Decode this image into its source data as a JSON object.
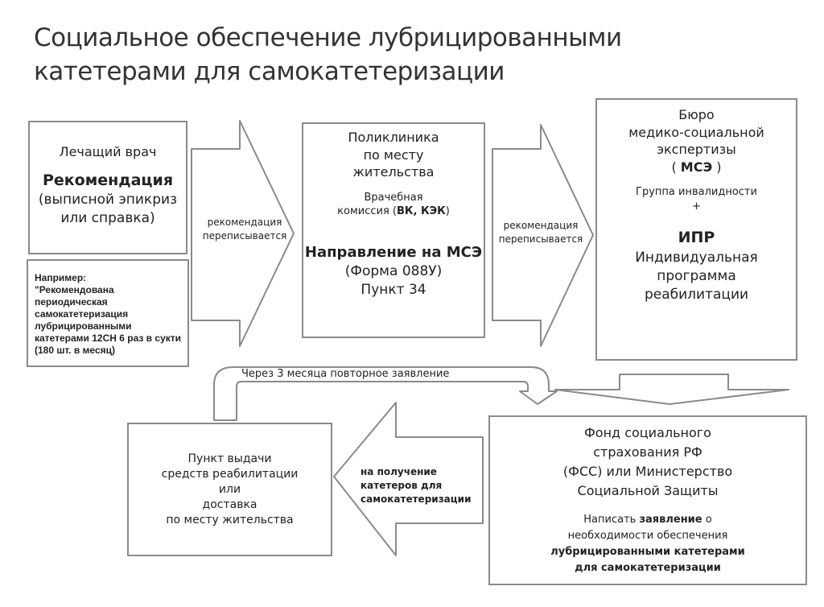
{
  "title": {
    "line1": "Социальное обеспечение лубрицированными",
    "line2": "катетерами для самокатетеризации"
  },
  "doctor_box": {
    "heading": "Лечащий врач",
    "main": "Рекомендация",
    "sub1": "(выписной эпикриз",
    "sub2": "или справка)"
  },
  "example_box": {
    "lines": [
      "Например:",
      "\"Рекомендована",
      "периодическая",
      "самокатетеризация",
      "лубрицированными",
      "катетерами 12СН 6 раз в сукти",
      "(180 шт. в месяц)"
    ]
  },
  "arrow1": {
    "line1": "рекомендация",
    "line2": "переписывается"
  },
  "clinic_box": {
    "line1": "Поликлиника",
    "line2": "по месту",
    "line3": "жительства",
    "vk1": "Врачебная",
    "vk2_pre": "комиссия (",
    "vk2_bold": "ВК, КЭК",
    "vk2_post": ")",
    "main": "Направление на МСЭ",
    "form": "(Форма 088У)",
    "item": "Пункт 34"
  },
  "arrow2": {
    "line1": "рекомендация",
    "line2": "переписывается"
  },
  "mse_box": {
    "line1": "Бюро",
    "line2": "медико-социальной",
    "line3": "экспертизы",
    "abbr_pre": "( ",
    "abbr": "МСЭ",
    "abbr_post": " )",
    "group": "Группа инвалидности",
    "plus": "+",
    "ipr": "ИПР",
    "ipr1": "Индивидуальная",
    "ipr2": "программа",
    "ipr3": "реабилитации"
  },
  "loop_arrow": {
    "label": "Через 3 месяца повторное заявление"
  },
  "fss_box": {
    "line1": "Фонд социального",
    "line2": "страхования РФ",
    "line3": "(ФСС) или Министерство",
    "line4": "Социальной Защиты",
    "s1_pre": "Написать ",
    "s1_bold": "заявление",
    "s1_post": " о",
    "s2": "необходимости обеспечения",
    "s3": "лубрицированными катетерами",
    "s4": "для самокатетеризации"
  },
  "left_arrow": {
    "line1": "на получение",
    "line2": "катетеров для",
    "line3": "самокатетеризации"
  },
  "pickup_box": {
    "line1": "Пункт выдачи",
    "line2": "средств реабилитации",
    "line3": "или",
    "line4": "доставка",
    "line5": "по месту жительства"
  }
}
